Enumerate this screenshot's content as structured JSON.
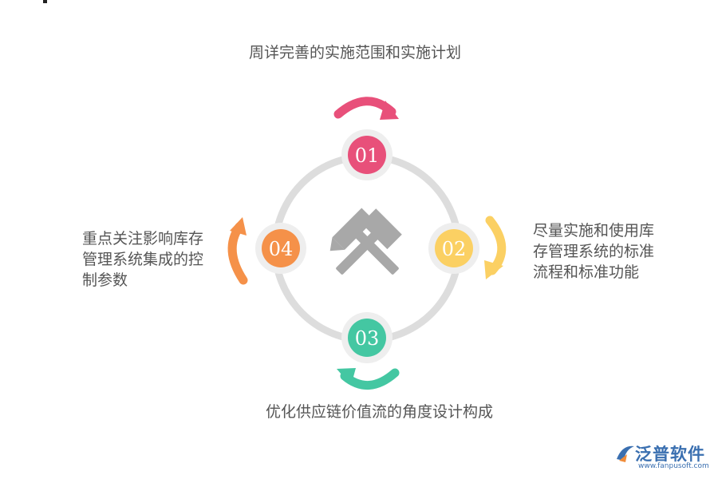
{
  "steps": [
    {
      "number": "01",
      "text": "周详完善的实施范围和实施计划",
      "color": "#e8507a"
    },
    {
      "number": "02",
      "text": "尽量实施和使用库存管理系统的标准流程和标准功能",
      "color": "#fbd063"
    },
    {
      "number": "03",
      "text": "优化供应链价值流的角度设计构成",
      "color": "#44c7a2"
    },
    {
      "number": "04",
      "text": "重点关注影响库存管理系统集成的控制参数",
      "color": "#f59149"
    }
  ],
  "center_icon": "crossed-hammers-icon",
  "ring_color": "#dddddd",
  "icon_color": "#a8a8a8",
  "logo": {
    "name": "泛普软件",
    "url": "www.fanpusoft.com",
    "color": "#3a6fb0"
  }
}
